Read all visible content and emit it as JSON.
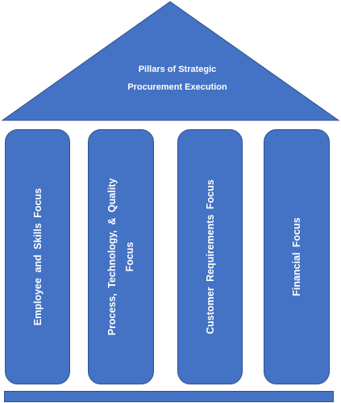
{
  "roof": {
    "title_line1": "Pillars of Strategic",
    "title_line2": "Procurement Execution",
    "fill": "#4472c4",
    "stroke": "#2f528f"
  },
  "pillars": [
    {
      "label": "Employee and Skills Focus"
    },
    {
      "label_line1": "Process, Technology, & Quality",
      "label_line2": "Focus"
    },
    {
      "label": "Customer Requirements Focus"
    },
    {
      "label": "Financial Focus"
    }
  ],
  "colors": {
    "pillar_fill": "#4472c4",
    "pillar_stroke": "#2f528f",
    "text": "#ffffff"
  }
}
